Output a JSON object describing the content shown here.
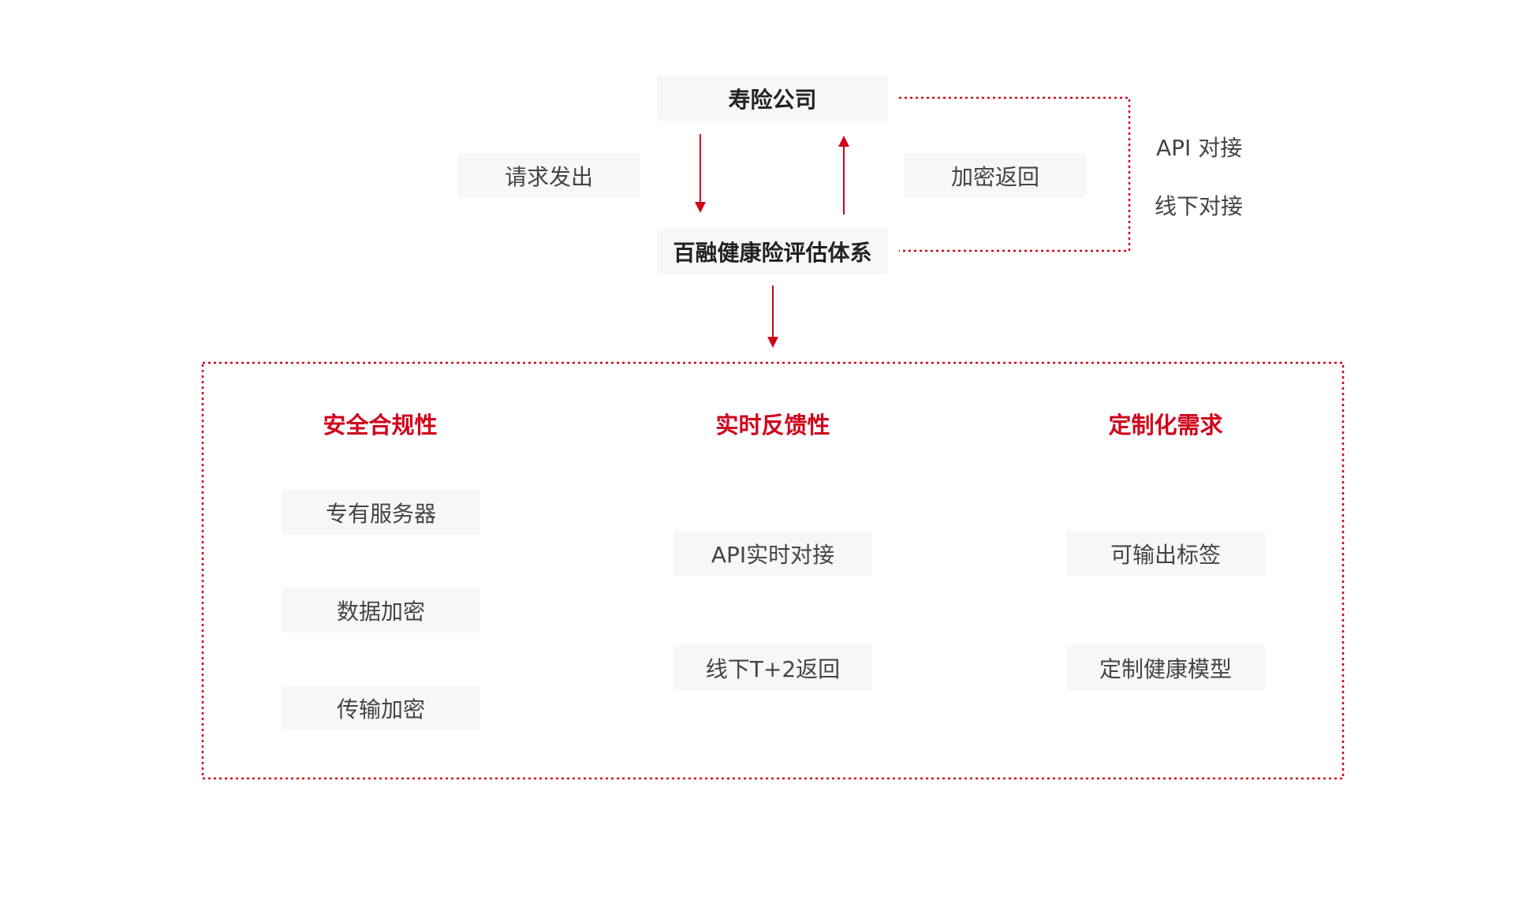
{
  "colors": {
    "accent": "#d0021b",
    "box_bg": "#f7f7f7",
    "text": "#444444"
  },
  "top": {
    "insurer": "寿险公司",
    "system": "百融健康险评估体系",
    "request": "请求发出",
    "encrypted_return": "加密返回",
    "api_link": "API 对接",
    "offline_link": "线下对接"
  },
  "columns": [
    {
      "heading": "安全合规性",
      "items": [
        "专有服务器",
        "数据加密",
        "传输加密"
      ]
    },
    {
      "heading": "实时反馈性",
      "items": [
        "API实时对接",
        "线下T+2返回"
      ]
    },
    {
      "heading": "定制化需求",
      "items": [
        "可输出标签",
        "定制健康模型"
      ]
    }
  ]
}
